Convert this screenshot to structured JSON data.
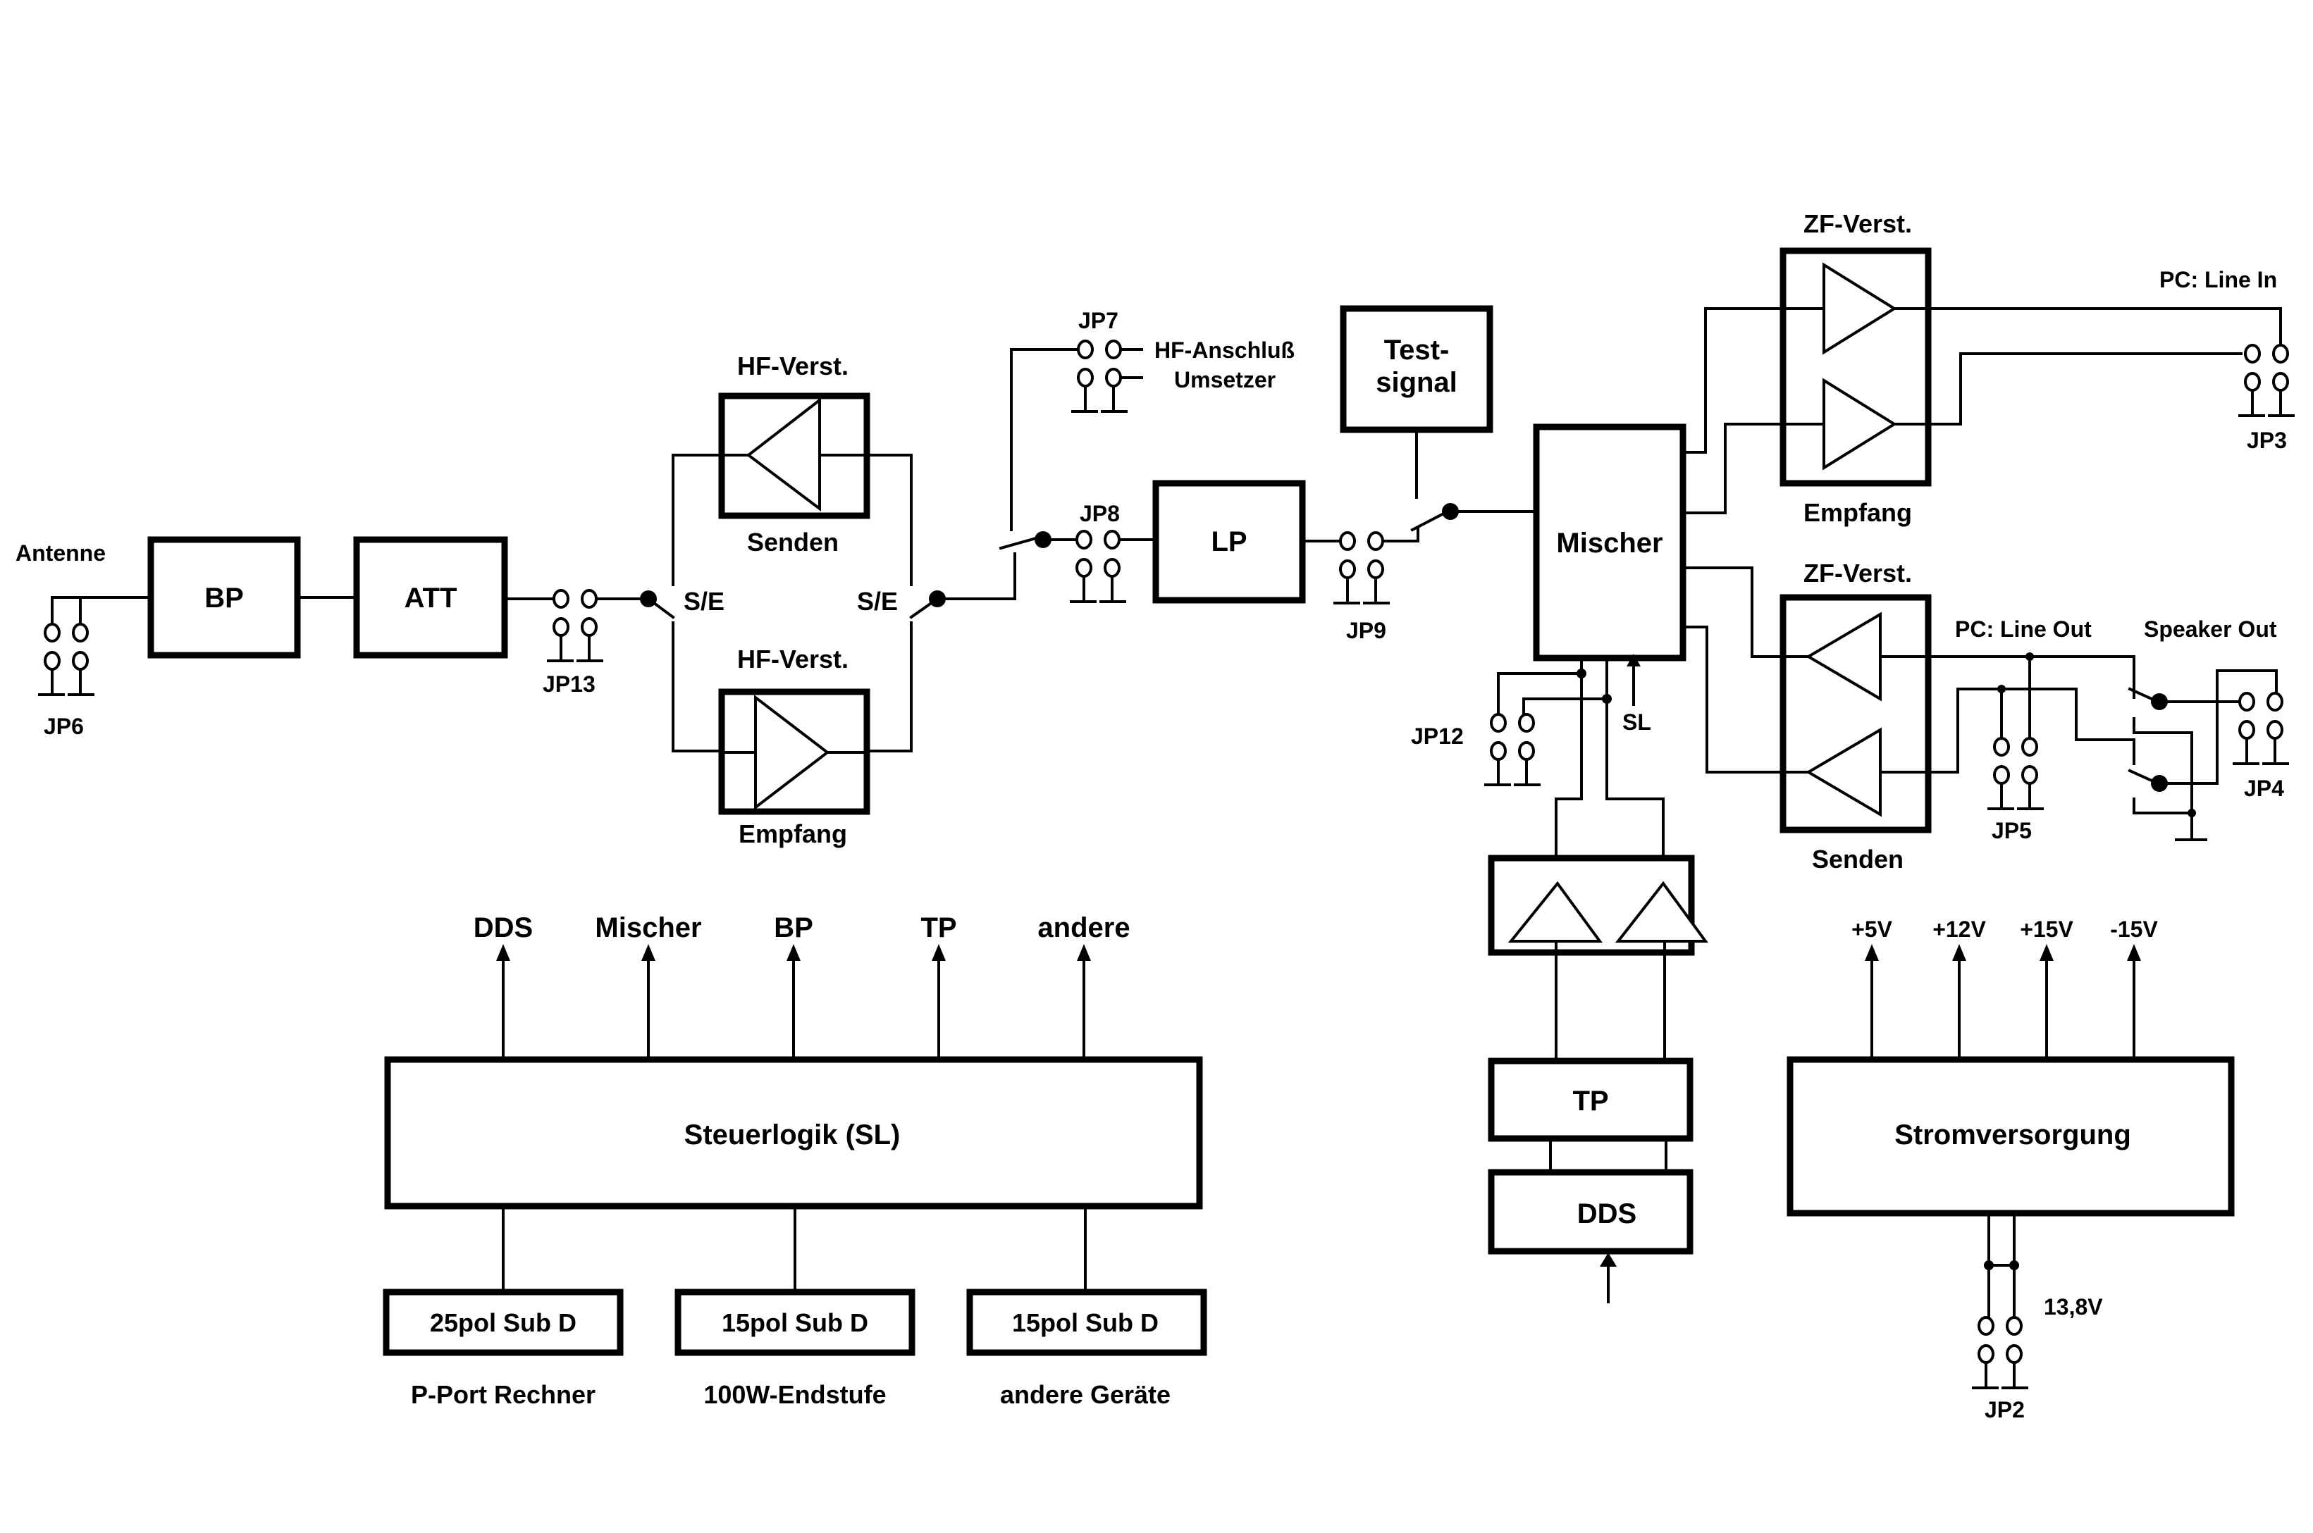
{
  "diagram": {
    "theme": {
      "ink": "#000000",
      "background": "#ffffff"
    },
    "rx_chain": {
      "antenna_label": "Antenne",
      "bp_label": "BP",
      "att_label": "ATT",
      "jp6": "JP6",
      "jp13": "JP13",
      "se_left": "S/E",
      "se_right": "S/E",
      "hf_tx_title": "HF-Verst.",
      "hf_tx_caption": "Senden",
      "hf_rx_title": "HF-Verst.",
      "hf_rx_caption": "Empfang",
      "jp7": "JP7",
      "jp7_note_line1": "HF-Anschluß",
      "jp7_note_line2": "Umsetzer",
      "jp8": "JP8",
      "lp_label": "LP",
      "jp9": "JP9",
      "testsignal_line1": "Test-",
      "testsignal_line2": "signal",
      "mischer_label": "Mischer"
    },
    "if_section": {
      "zf_rx_title": "ZF-Verst.",
      "zf_rx_caption": "Empfang",
      "line_in_label": "PC: Line In",
      "jp3": "JP3",
      "zf_tx_title": "ZF-Verst.",
      "zf_tx_caption": "Senden",
      "line_out_label": "PC: Line Out",
      "speaker_out_label": "Speaker Out",
      "jp5": "JP5",
      "jp4": "JP4"
    },
    "lo_section": {
      "jp12": "JP12",
      "sl_label": "SL",
      "tp_label": "TP",
      "dds_label": "DDS"
    },
    "control": {
      "outputs": [
        "DDS",
        "Mischer",
        "BP",
        "TP",
        "andere"
      ],
      "block_label": "Steuerlogik (SL)",
      "connectors": [
        {
          "label": "25pol Sub D",
          "caption": "P-Port Rechner"
        },
        {
          "label": "15pol Sub D",
          "caption": "100W-Endstufe"
        },
        {
          "label": "15pol Sub D",
          "caption": "andere Geräte"
        }
      ]
    },
    "power": {
      "outputs": [
        "+5V",
        "+12V",
        "+15V",
        "-15V"
      ],
      "block_label": "Stromversorgung",
      "input_voltage": "13,8V",
      "jp2": "JP2"
    }
  }
}
